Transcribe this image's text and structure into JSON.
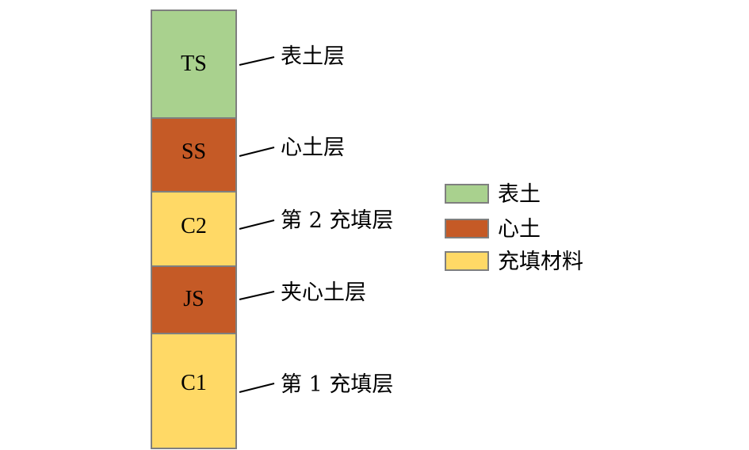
{
  "colors": {
    "topsoil": "#a9d18e",
    "subsoil": "#c55a26",
    "fill": "#ffd966",
    "border": "#7f7f7f"
  },
  "layers": [
    {
      "code": "TS",
      "name": "表土层",
      "material": "topsoil"
    },
    {
      "code": "SS",
      "name": "心土层",
      "material": "subsoil"
    },
    {
      "code": "C2",
      "name": "第 2 充填层",
      "material": "fill"
    },
    {
      "code": "JS",
      "name": "夹心土层",
      "material": "subsoil"
    },
    {
      "code": "C1",
      "name": "第 1 充填层",
      "material": "fill"
    }
  ],
  "legend": [
    {
      "label": "表土",
      "material": "topsoil"
    },
    {
      "label": "心土",
      "material": "subsoil"
    },
    {
      "label": "充填材料",
      "material": "fill"
    }
  ]
}
